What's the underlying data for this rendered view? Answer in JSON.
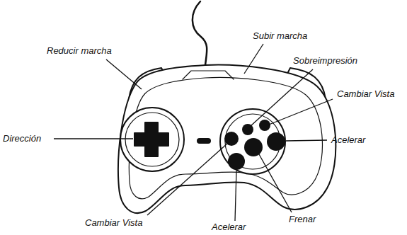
{
  "diagram": {
    "labels": [
      "Reducir marcha",
      "Subir marcha",
      "Sobreimpresión",
      "Cambiar Vista",
      "Dirección",
      "Acelerar",
      "Cambiar Vista",
      "Acelerar",
      "Frenar"
    ]
  }
}
